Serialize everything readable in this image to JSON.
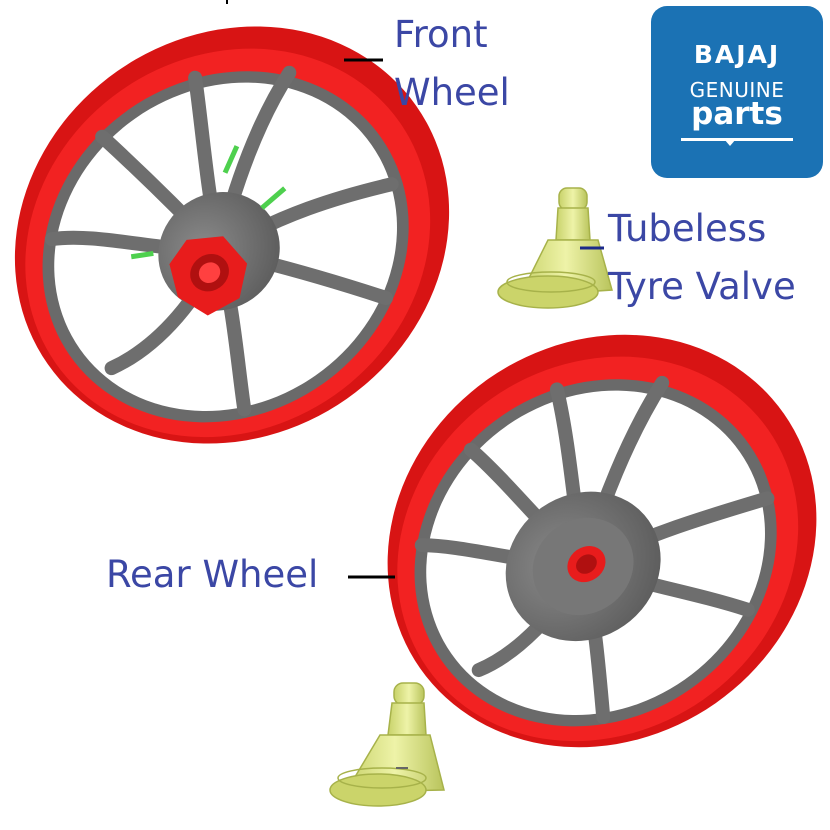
{
  "labels": {
    "front_wheel_line1": "Front",
    "front_wheel_line2": "Wheel",
    "tubeless_line1": "Tubeless",
    "tubeless_line2": "Tyre Valve",
    "rear_wheel": "Rear Wheel"
  },
  "logo": {
    "brand": "BAJAJ",
    "line2": "GENUINE",
    "line3": "parts"
  },
  "colors": {
    "label_text": "#3b47a5",
    "rim_red": "#ee1b1b",
    "spoke_grey": "#6e6e6e",
    "valve_yellow": "#dfe889",
    "logo_blue": "#1b72b4"
  }
}
